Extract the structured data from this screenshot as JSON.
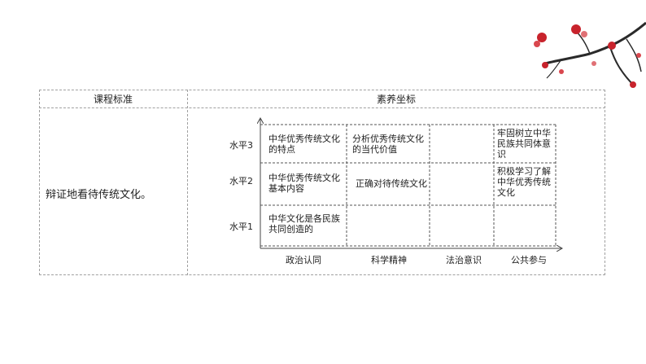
{
  "table": {
    "header_left": "课程标准",
    "header_right": "素养坐标",
    "standard_text": "辩证地看待传统文化。"
  },
  "chart_data": {
    "type": "table",
    "y_levels": [
      "水平3",
      "水平2",
      "水平1"
    ],
    "x_categories": [
      "政治认同",
      "科学精神",
      "法治意识",
      "公共参与"
    ],
    "cells": {
      "r3c1": "中华优秀传统文化的特点",
      "r3c2": "分析优秀传统文化的当代价值",
      "r3c3": "",
      "r3c4": "牢固树立中华民族共同体意识",
      "r2c1": "中华优秀传统文化基本内容",
      "r2c2": "正确对待传统文化",
      "r2c3": "",
      "r2c4": "积极学习了解中华优秀传统文化",
      "r1c1": "中华文化是各民族共同创造的",
      "r1c2": "",
      "r1c3": "",
      "r1c4": ""
    }
  }
}
